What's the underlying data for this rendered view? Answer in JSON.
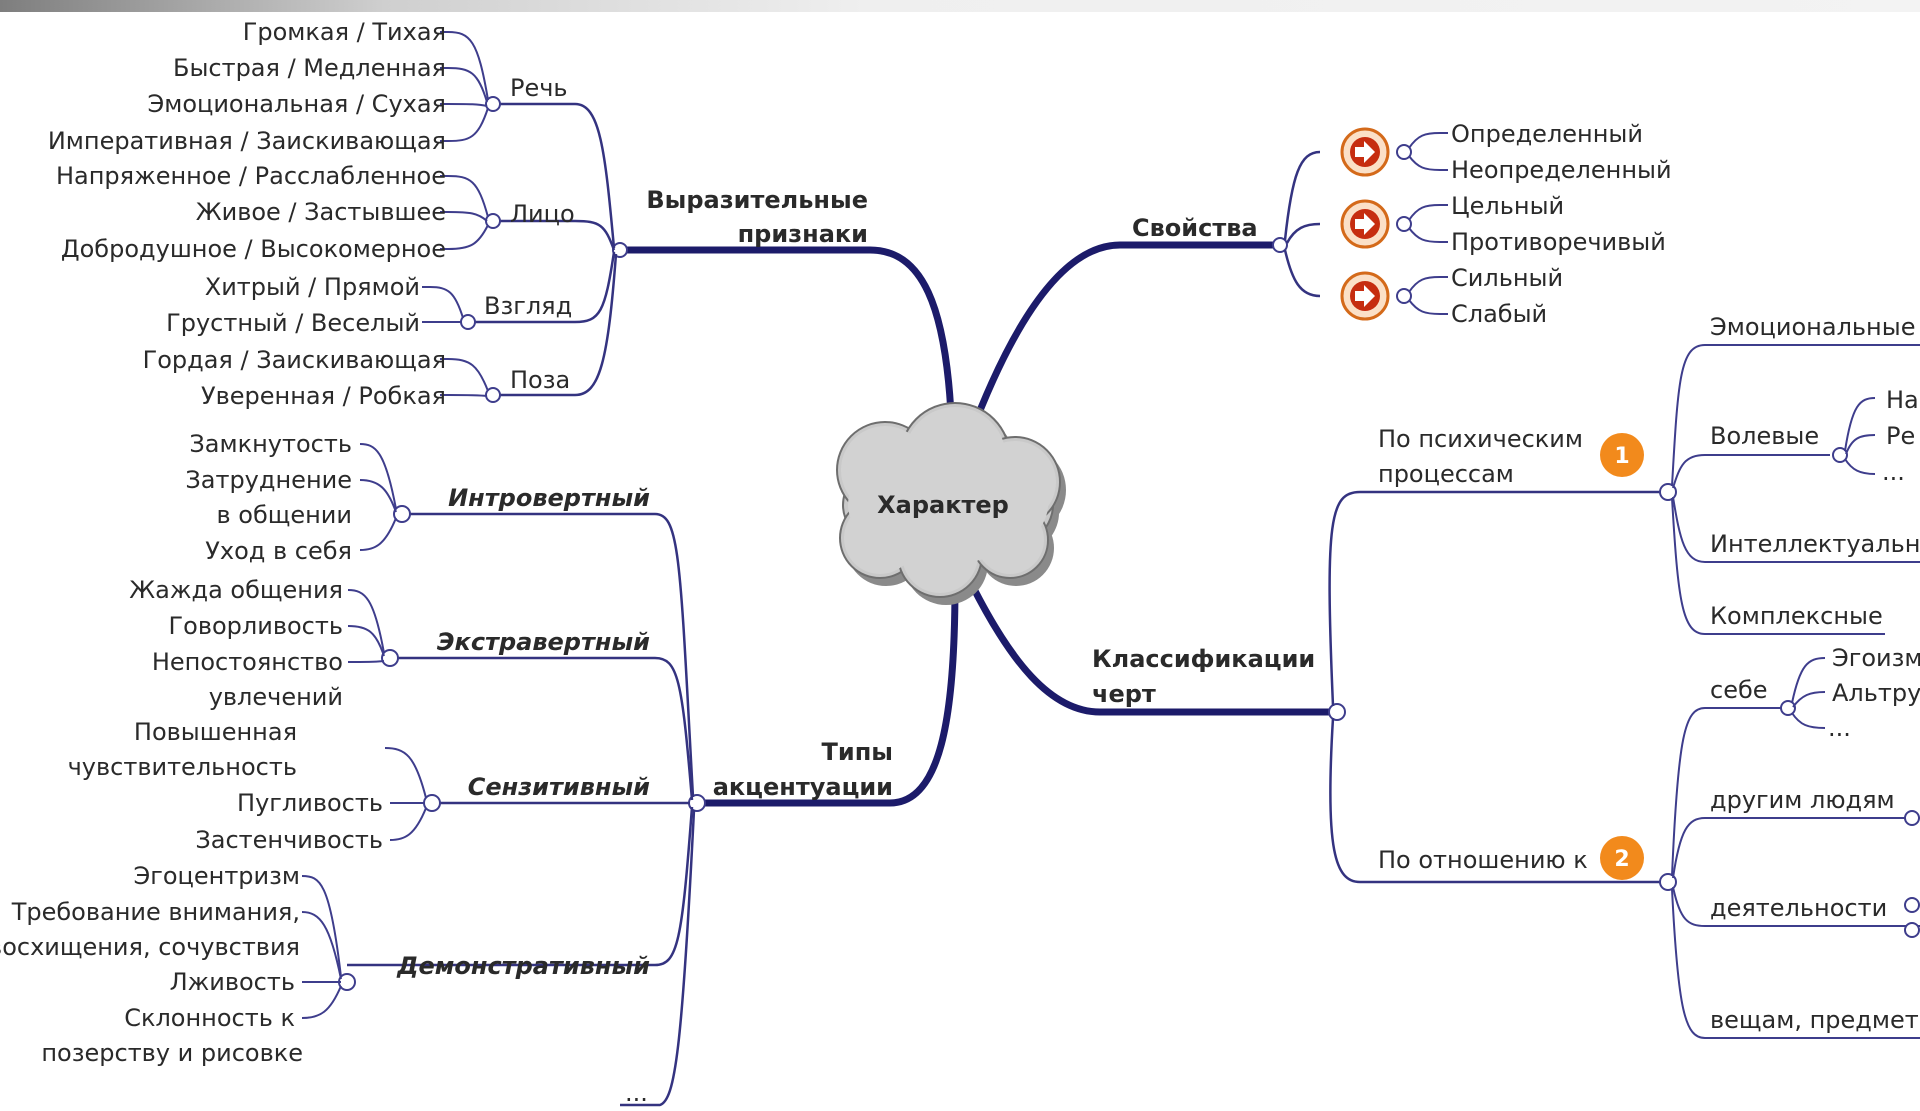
{
  "center": "Характер",
  "expressive": {
    "title_line1": "Выразительные",
    "title_line2": "признаки",
    "speech": {
      "label": "Речь",
      "items": [
        "Громкая / Тихая",
        "Быстрая / Медленная",
        "Эмоциональная / Сухая",
        "Императивная / Заискивающая"
      ]
    },
    "face": {
      "label": "Лицо",
      "items": [
        "Напряженное / Расслабленное",
        "Живое / Застывшее",
        "Добродушное / Высокомерное"
      ]
    },
    "gaze": {
      "label": "Взгляд",
      "items": [
        "Хитрый / Прямой",
        "Грустный / Веселый"
      ]
    },
    "pose": {
      "label": "Поза",
      "items": [
        "Гордая / Заискивающая",
        "Уверенная / Робкая"
      ]
    }
  },
  "accent": {
    "title_line1": "Типы",
    "title_line2": "акцентуации",
    "introvert": {
      "label": "Интровертный",
      "items": [
        "Замкнутость",
        "Затруднение",
        "в общении",
        "Уход в себя"
      ]
    },
    "extravert": {
      "label": "Экстравертный",
      "items": [
        "Жажда общения",
        "Говорливость",
        "Непостоянство",
        "увлечений"
      ]
    },
    "sensitive": {
      "label": "Сензитивный",
      "items": [
        "Повышенная",
        "чувствительность",
        "Пугливость",
        "Застенчивость"
      ]
    },
    "demonstrative": {
      "label": "Демонстративный",
      "items": [
        "Эгоцентризм",
        "Требование внимания,",
        "восхищения, сочувствия",
        "Лживость",
        "Склонность к",
        "позерству и рисовке"
      ]
    },
    "more": "..."
  },
  "properties": {
    "title": "Свойства",
    "items": [
      "Определенный",
      "Неопределенный",
      "Цельный",
      "Противоречивый",
      "Сильный",
      "Слабый"
    ],
    "arrow_icon": "arrow-right-icon"
  },
  "classification": {
    "title_line1": "Классификации",
    "title_line2": "черт",
    "by_processes": {
      "label_line1": "По психическим",
      "label_line2": "процессам",
      "badge": "1",
      "items": [
        "Эмоциональные",
        "Волевые",
        "Интеллектуальные",
        "Комплексные"
      ],
      "volitional_items": [
        "На",
        "Ре",
        "..."
      ]
    },
    "by_relation": {
      "label": "По отношению к",
      "badge": "2",
      "items": [
        "себе",
        "другим людям",
        "деятельности",
        "вещам, предметам"
      ],
      "self_items": [
        "Эгоизм",
        "Альтру",
        "..."
      ]
    }
  },
  "colors": {
    "branch": "#1c1b6a",
    "thin_branch": "#3e3d8c",
    "badge": "#f28a1c",
    "arrow": "#c62d10",
    "cloud": "#8c8c8c"
  }
}
